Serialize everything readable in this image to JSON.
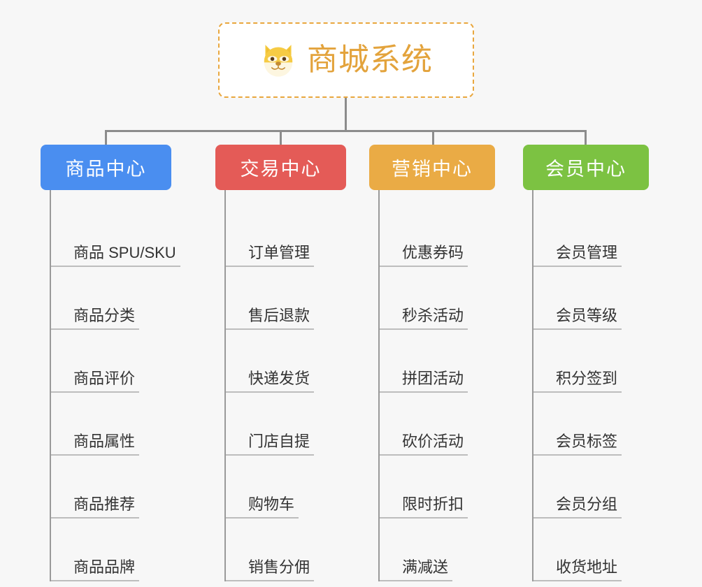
{
  "page": {
    "background_color": "#f7f7f7",
    "connector_color": "#8c8c8c",
    "leaf_text_color": "#333333",
    "leaf_rule_color": "#bdbdbd"
  },
  "root": {
    "title": "商城系统",
    "icon": "dog-face-icon",
    "text_color": "#e3a33c",
    "border_color": "#e9a73e",
    "background_color": "#ffffff"
  },
  "columns": [
    {
      "header": "商品中心",
      "color": "#4a8ef0",
      "items": [
        "商品 SPU/SKU",
        "商品分类",
        "商品评价",
        "商品属性",
        "商品推荐",
        "商品品牌"
      ]
    },
    {
      "header": "交易中心",
      "color": "#e45b57",
      "items": [
        "订单管理",
        "售后退款",
        "快递发货",
        "门店自提",
        "购物车",
        "销售分佣"
      ]
    },
    {
      "header": "营销中心",
      "color": "#eaab45",
      "items": [
        "优惠券码",
        "秒杀活动",
        "拼团活动",
        "砍价活动",
        "限时折扣",
        "满减送"
      ]
    },
    {
      "header": "会员中心",
      "color": "#7cc242",
      "items": [
        "会员管理",
        "会员等级",
        "积分签到",
        "会员标签",
        "会员分组",
        "收货地址"
      ]
    }
  ]
}
